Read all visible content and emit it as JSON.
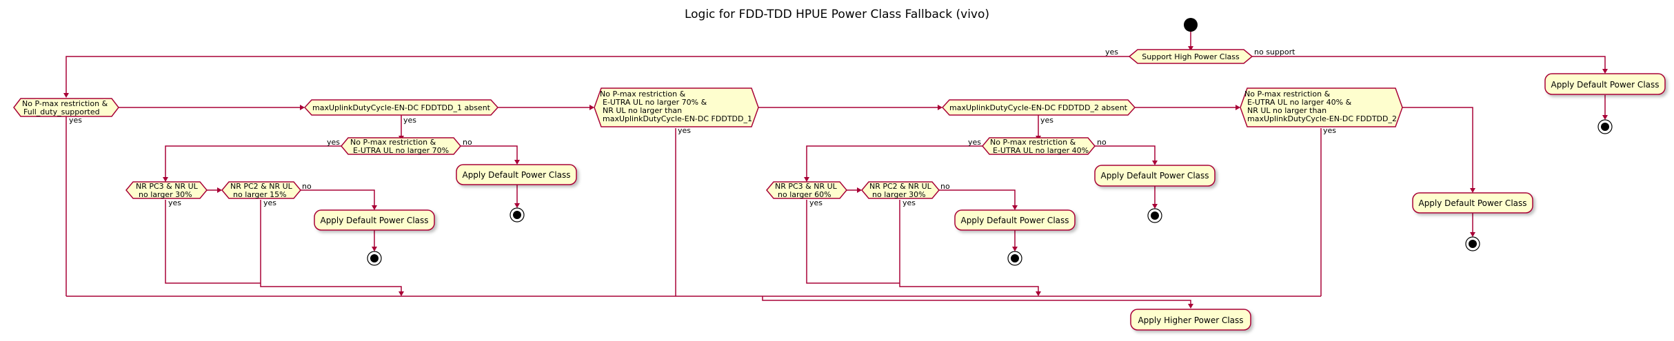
{
  "title": "Logic for FDD-TDD HPUE Power Class Fallback (vivo)",
  "labels": {
    "yes": "yes",
    "no": "no",
    "no_support": "no support"
  },
  "decisions": {
    "support_hpc": "Support High Power Class",
    "no_pmax_full": [
      "No P-max restriction &",
      "Full_duty_supported"
    ],
    "dc1_absent": "maxUplinkDutyCycle-EN-DC FDDTDD_1 absent",
    "pmax_70": [
      "No P-max restriction &",
      "E-UTRA UL no larger 70%"
    ],
    "pc3_30": [
      "NR PC3 & NR UL",
      "no larger 30%"
    ],
    "pc2_15": [
      "NR PC2 & NR UL",
      "no larger 15%"
    ],
    "combo_1": [
      "No P-max restriction &",
      "E-UTRA UL no larger 70% &",
      "NR UL no larger than",
      "maxUplinkDutyCycle-EN-DC FDDTDD_1"
    ],
    "dc2_absent": "maxUplinkDutyCycle-EN-DC FDDTDD_2 absent",
    "pmax_40": [
      "No P-max restriction &",
      "E-UTRA UL no larger 40%"
    ],
    "pc3_60": [
      "NR PC3 & NR UL",
      "no larger 60%"
    ],
    "pc2_30": [
      "NR PC2 & NR UL",
      "no larger 30%"
    ],
    "combo_2": [
      "No P-max restriction &",
      "E-UTRA UL no larger 40% &",
      "NR UL no larger than",
      "maxUplinkDutyCycle-EN-DC FDDTDD_2"
    ]
  },
  "actions": {
    "default": "Apply Default Power Class",
    "higher": "Apply Higher Power Class"
  }
}
